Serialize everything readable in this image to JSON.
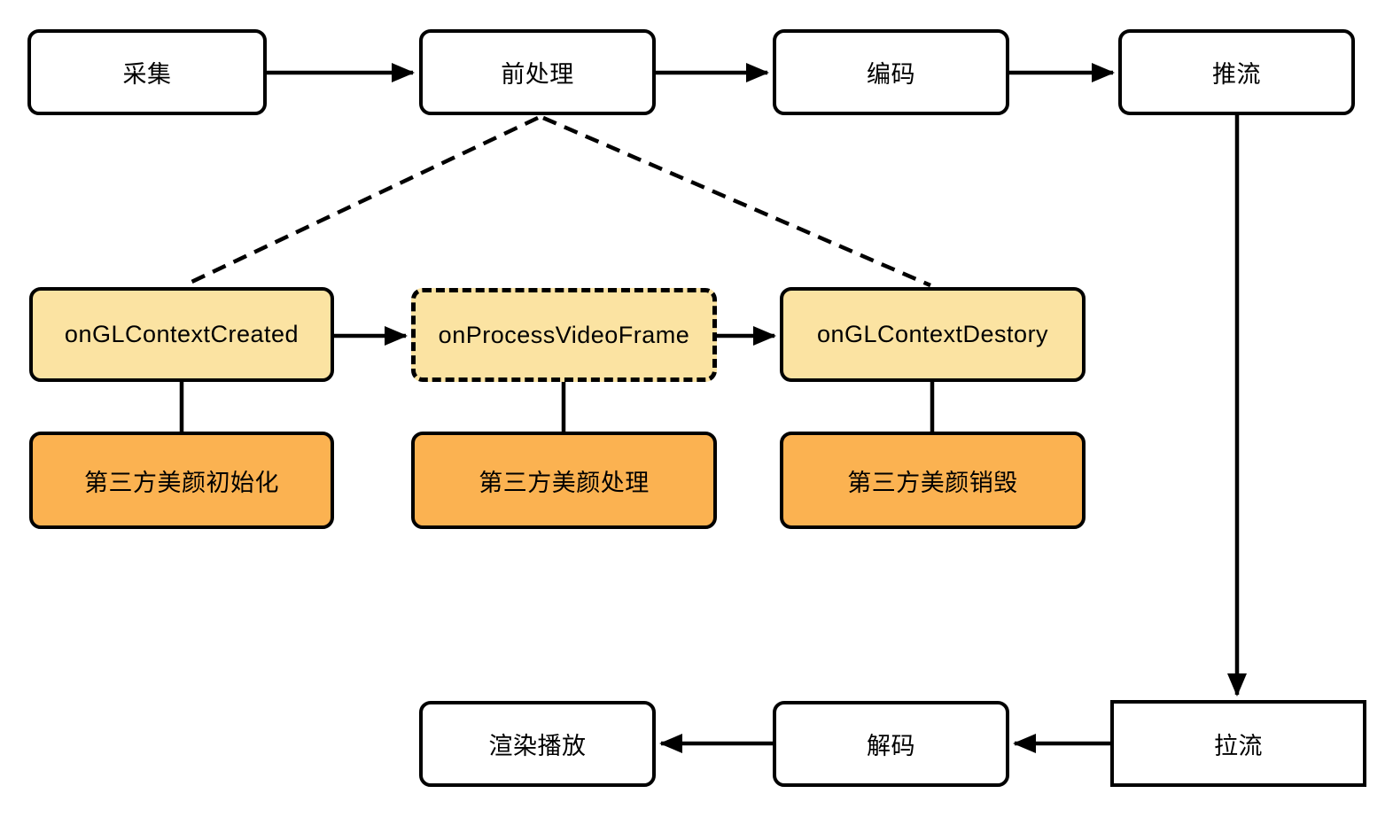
{
  "diagram": {
    "title": "video-pipeline-beauty-callback-flow",
    "colors": {
      "canvas_background": "#FFFFFF",
      "node_border": "#000000",
      "plain_node_fill": "#FFFFFF",
      "callback_node_fill": "#FBE3A2",
      "beauty_node_fill": "#FBB251",
      "text": "#000000"
    },
    "nodes": {
      "capture": {
        "label": "采集"
      },
      "preprocess": {
        "label": "前处理"
      },
      "encode": {
        "label": "编码"
      },
      "push": {
        "label": "推流"
      },
      "created": {
        "label": "onGLContextCreated"
      },
      "frame": {
        "label": "onProcessVideoFrame"
      },
      "destory": {
        "label": "onGLContextDestory"
      },
      "beauty_init": {
        "label": "第三方美颜初始化"
      },
      "beauty_process": {
        "label": "第三方美颜处理"
      },
      "beauty_destroy": {
        "label": "第三方美颜销毁"
      },
      "render": {
        "label": "渲染播放"
      },
      "decode": {
        "label": "解码"
      },
      "pull": {
        "label": "拉流"
      }
    },
    "edges": [
      {
        "from": "capture",
        "to": "preprocess",
        "style": "solid-arrow"
      },
      {
        "from": "preprocess",
        "to": "encode",
        "style": "solid-arrow"
      },
      {
        "from": "encode",
        "to": "push",
        "style": "solid-arrow"
      },
      {
        "from": "push",
        "to": "pull",
        "style": "solid-arrow"
      },
      {
        "from": "pull",
        "to": "decode",
        "style": "solid-arrow"
      },
      {
        "from": "decode",
        "to": "render",
        "style": "solid-arrow"
      },
      {
        "from": "created",
        "to": "frame",
        "style": "solid-arrow"
      },
      {
        "from": "frame",
        "to": "destory",
        "style": "solid-arrow"
      },
      {
        "from": "preprocess",
        "to": "created",
        "style": "dashed-line"
      },
      {
        "from": "preprocess",
        "to": "destory",
        "style": "dashed-line"
      },
      {
        "from": "created",
        "to": "beauty_init",
        "style": "plain-line"
      },
      {
        "from": "frame",
        "to": "beauty_process",
        "style": "plain-line"
      },
      {
        "from": "destory",
        "to": "beauty_destroy",
        "style": "plain-line"
      }
    ]
  }
}
